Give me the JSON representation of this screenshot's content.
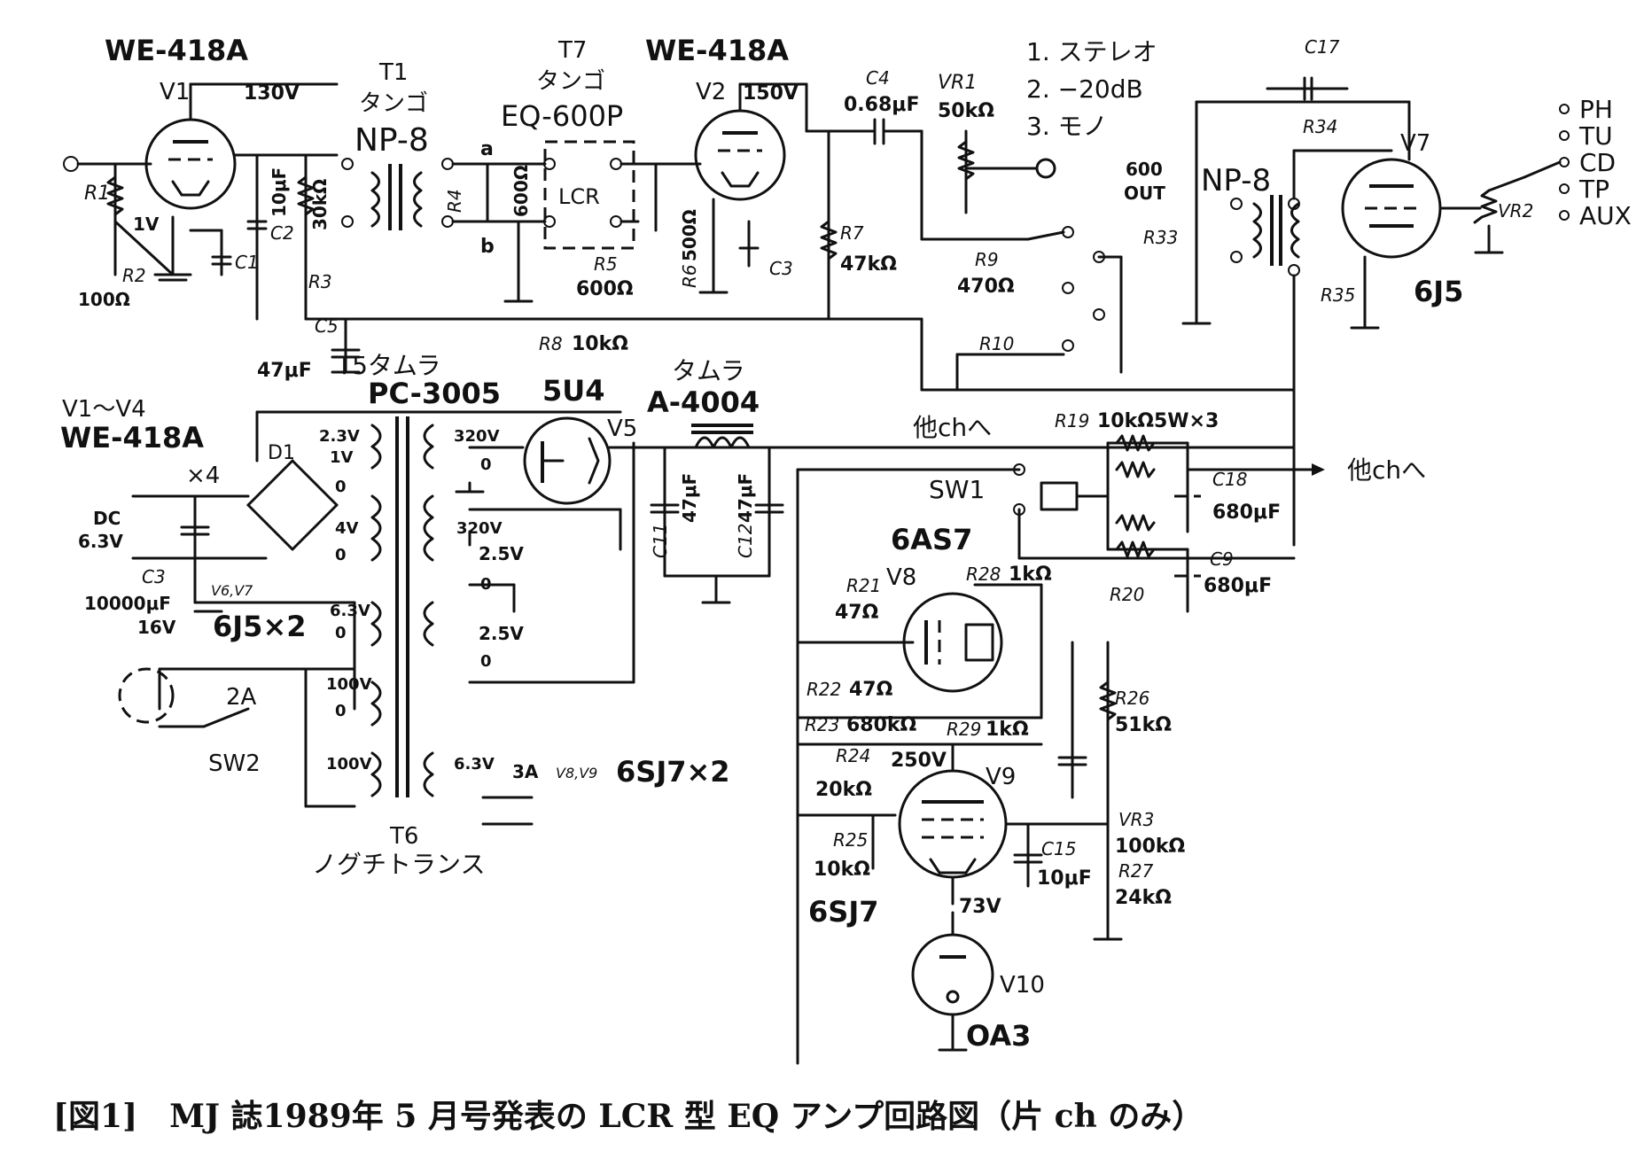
{
  "tubes": {
    "v1_type": "WE-418A",
    "v1": "V1",
    "v2_type": "WE-418A",
    "v2": "V2",
    "v5_type": "5U4",
    "v5": "V5",
    "v7_type": "6J5",
    "v7": "V7",
    "v8_type": "6AS7",
    "v8": "V8",
    "v9_type": "6SJ7",
    "v9": "V9",
    "v10_type": "OA3",
    "v10": "V10"
  },
  "transformers": {
    "t1": "T1",
    "t1_maker": "タンゴ",
    "t1_model": "NP-8",
    "t7": "T7",
    "t7_maker": "タンゴ",
    "t7_model": "EQ-600P",
    "t7_inner": "LCR",
    "t5": "T5タムラ",
    "t5_model": "PC-3005",
    "choke_maker": "タムラ",
    "choke_model": "A-4004",
    "t6": "T6",
    "t6_maker": "ノグチトランス",
    "out_model": "NP-8",
    "out_600": "600",
    "out_label": "OUT"
  },
  "voltages": {
    "v1_plate": "130V",
    "v2_plate": "150V",
    "v1_cathode": "1V",
    "v9_plate": "250V",
    "v9_cathode": "73V"
  },
  "components": {
    "r1": "R1",
    "r2": "R2",
    "r2_val": "100Ω",
    "r3": "R3",
    "r3_val": "30kΩ",
    "c1": "C1",
    "c2": "C2",
    "c2_val": "10μF",
    "r4": "R4",
    "r4_val": "600Ω",
    "r5": "R5",
    "r5_val": "600Ω",
    "r6": "R6",
    "r6_val": "500Ω",
    "c3a": "C3",
    "c4": "C4",
    "c4_val": "0.68μF",
    "vr1": "VR1",
    "vr1_val": "50kΩ",
    "r7": "R7",
    "r7_val": "47kΩ",
    "r8": "R8",
    "r8_val": "10kΩ",
    "r9": "R9",
    "r9_val": "470Ω",
    "r10": "R10",
    "c5": "C5",
    "c5_val": "47μF",
    "c17": "C17",
    "r34": "R34",
    "r33": "R33",
    "r35": "R35",
    "vr2": "VR2",
    "r19": "R19",
    "r19_val": "10kΩ5W×3",
    "c18": "C18",
    "c18_val": "680μF",
    "c9": "C9",
    "c9_val": "680μF",
    "r20": "R20",
    "c11": "C11",
    "c11_val": "47μF",
    "c12": "C12",
    "c12_val": "47μF",
    "r21": "R21",
    "r21_val": "47Ω",
    "r22": "R22",
    "r22_val": "47Ω",
    "r23": "R23",
    "r23_val": "680kΩ",
    "r24": "R24",
    "r24_val": "20kΩ",
    "r25": "R25",
    "r25_val": "10kΩ",
    "r26": "R26",
    "r26_val": "51kΩ",
    "r27": "R27",
    "r27_val": "24kΩ",
    "r28": "R28",
    "r28_val": "1kΩ",
    "r29": "R29",
    "r29_val": "1kΩ",
    "vr3": "VR3",
    "vr3_val": "100kΩ",
    "c15": "C15",
    "c15_val": "10μF",
    "c3p": "C3",
    "c3p_val": "10000μF",
    "c3p_volt": "16V",
    "d1": "D1"
  },
  "power": {
    "heater_tubes": "V1～V4",
    "heater_type": "WE-418A",
    "heater_count": "×4",
    "dc": "DC",
    "dc_v": "6.3V",
    "v6v7": "V6,V7",
    "j5x2": "6J5×2",
    "fuse": "2A",
    "sw2": "SW2",
    "sw1": "SW1",
    "v8v9": "V8,V9",
    "sj7x2": "6SJ7×2",
    "amp": "3A",
    "tap_23": "2.3V",
    "tap_1": "1V",
    "tap_0a": "0",
    "tap_4": "4V",
    "tap_0b": "0",
    "tap_63a": "6.3V",
    "tap_0c": "0",
    "tap_100a": "100V",
    "tap_0d": "0",
    "tap_100b": "100V",
    "tap_320a": "320V",
    "tap_0e": "0",
    "tap_320b": "320V",
    "tap_25a": "2.5V",
    "tap_0f": "0",
    "tap_25b": "2.5V",
    "tap_0g": "0",
    "tap_63b": "6.3V"
  },
  "misc": {
    "other_ch_1": "他chへ",
    "other_ch_2": "他chへ",
    "mode_1": "1. ステレオ",
    "mode_2": "2. −20dB",
    "mode_3": "3. モノ",
    "in_a": "a",
    "in_b": "b"
  },
  "inputs": [
    "PH",
    "TU",
    "CD",
    "TP",
    "AUX"
  ],
  "caption": "[図1]　MJ 誌1989年 5 月号発表の LCR 型 EQ アンプ回路図（片 ch のみ）"
}
